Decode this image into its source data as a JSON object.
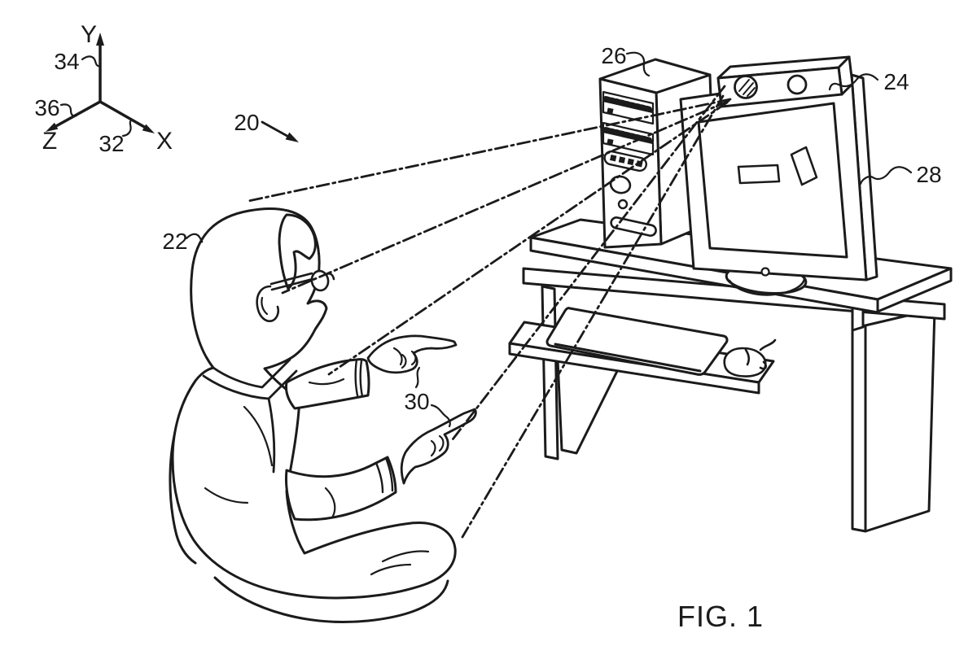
{
  "figure": {
    "caption": "FIG. 1",
    "ink_color": "#1b1b1b",
    "background_color": "#ffffff",
    "labels": {
      "axis_y": "Y",
      "axis_z": "Z",
      "axis_x": "X",
      "n34": "34",
      "n36": "36",
      "n32": "32",
      "n20": "20",
      "n22": "22",
      "n24": "24",
      "n26": "26",
      "n28": "28",
      "n30": "30"
    },
    "components": [
      {
        "ref": "20",
        "target": "gesture-interface-system"
      },
      {
        "ref": "22",
        "target": "seated-user-head"
      },
      {
        "ref": "24",
        "target": "sensing-camera-on-monitor"
      },
      {
        "ref": "26",
        "target": "computer-tower"
      },
      {
        "ref": "28",
        "target": "display-monitor"
      },
      {
        "ref": "30",
        "target": "pointing-hands"
      },
      {
        "ref": "32",
        "target": "x-axis"
      },
      {
        "ref": "34",
        "target": "y-axis"
      },
      {
        "ref": "36",
        "target": "z-axis"
      }
    ]
  }
}
